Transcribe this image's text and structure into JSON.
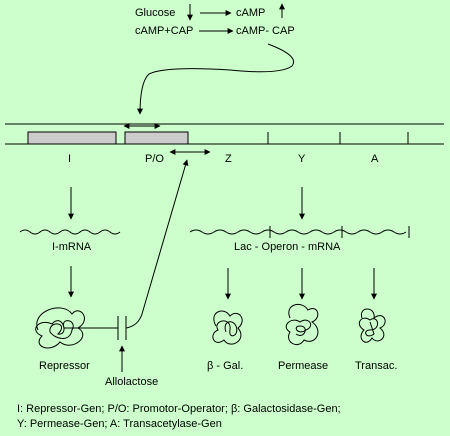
{
  "regulation": {
    "glucose": "Glucose",
    "camp": "cAMP",
    "camp_plus_cap": "cAMP+CAP",
    "camp_cap_complex": "cAMP- CAP"
  },
  "genes": {
    "i": "I",
    "po": "P/O",
    "z": "Z",
    "y": "Y",
    "a": "A"
  },
  "mrna": {
    "i_mrna": "I-mRNA",
    "lac_operon_mrna": "Lac - Operon - mRNA"
  },
  "proteins": {
    "repressor": "Repressor",
    "beta_gal": "β - Gal.",
    "permease": "Permease",
    "transac": "Transac."
  },
  "inducer": {
    "allolactose": "Allolactose"
  },
  "legend": {
    "line1": "I: Repressor-Gen;   P/O: Promotor-Operator;  β: Galactosidase-Gen;",
    "line2": "Y: Permease-Gen;  A: Transacetylase-Gen"
  },
  "colors": {
    "background": "#ccffcc",
    "gene_box_fill": "#cccccc",
    "ink": "#000000"
  }
}
